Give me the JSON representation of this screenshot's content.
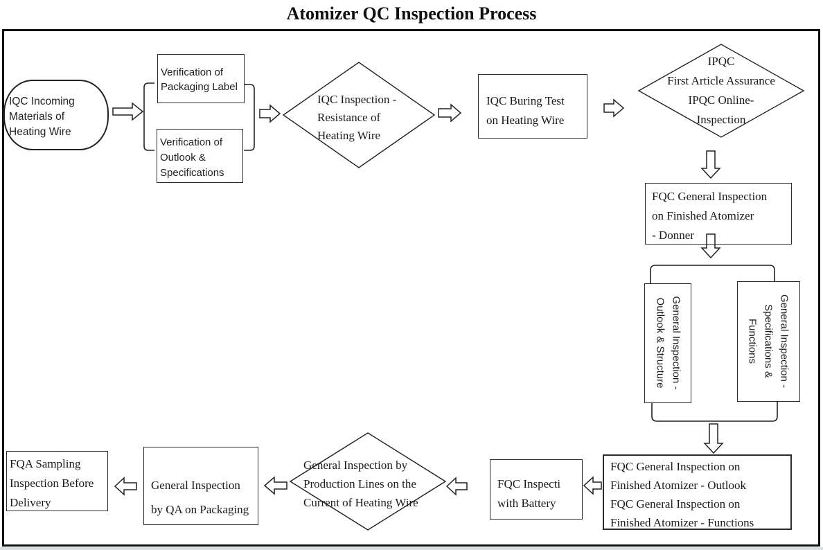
{
  "title": "Atomizer QC Inspection Process",
  "colors": {
    "frame": "#111111",
    "stroke": "#222222",
    "text": "#1a1a1a",
    "background": "#ffffff"
  },
  "nodes": {
    "stadium": {
      "lines": [
        "IQC Incoming",
        "Materials of",
        "Heating Wire"
      ]
    },
    "verify1": {
      "lines": [
        "Verification of",
        "Packaging Label"
      ]
    },
    "verify2": {
      "lines": [
        "Verification of",
        "Outlook &",
        "Specifications"
      ]
    },
    "diamond_iqc": {
      "lines": [
        "IQC Inspection -",
        "Resistance of",
        "Heating Wire"
      ]
    },
    "buring": {
      "lines": [
        "IQC Buring Test",
        "on Heating Wire"
      ]
    },
    "diamond_ipqc": {
      "lines": [
        "IPQC",
        "First Article Assurance",
        "IPQC Online-",
        "Inspection"
      ]
    },
    "fqc_donner": {
      "lines": [
        "FQC General Inspection",
        "on Finished Atomizer",
        "- Donner"
      ]
    },
    "gi_outlook": {
      "lines": [
        "General Inspection -",
        "Outlook & Structure"
      ]
    },
    "gi_spec": {
      "lines": [
        "General Inspection -",
        "Specifications &",
        "Functions"
      ]
    },
    "fqc_final": {
      "lines": [
        "FQC General Inspection on",
        "Finished Atomizer - Outlook",
        "FQC General Inspection on",
        "Finished Atomizer - Functions"
      ]
    },
    "battery": {
      "lines": [
        "FQC Inspecti",
        "with Battery"
      ]
    },
    "diamond_current": {
      "lines": [
        "General Inspection by",
        "Production Lines on the",
        "Current of  Heating Wire"
      ]
    },
    "qa_packaging": {
      "lines": [
        "General Inspection",
        "by QA on Packaging"
      ]
    },
    "fqa_sampling": {
      "lines": [
        "FQA Sampling",
        "Inspection Before",
        "Delivery"
      ]
    }
  }
}
